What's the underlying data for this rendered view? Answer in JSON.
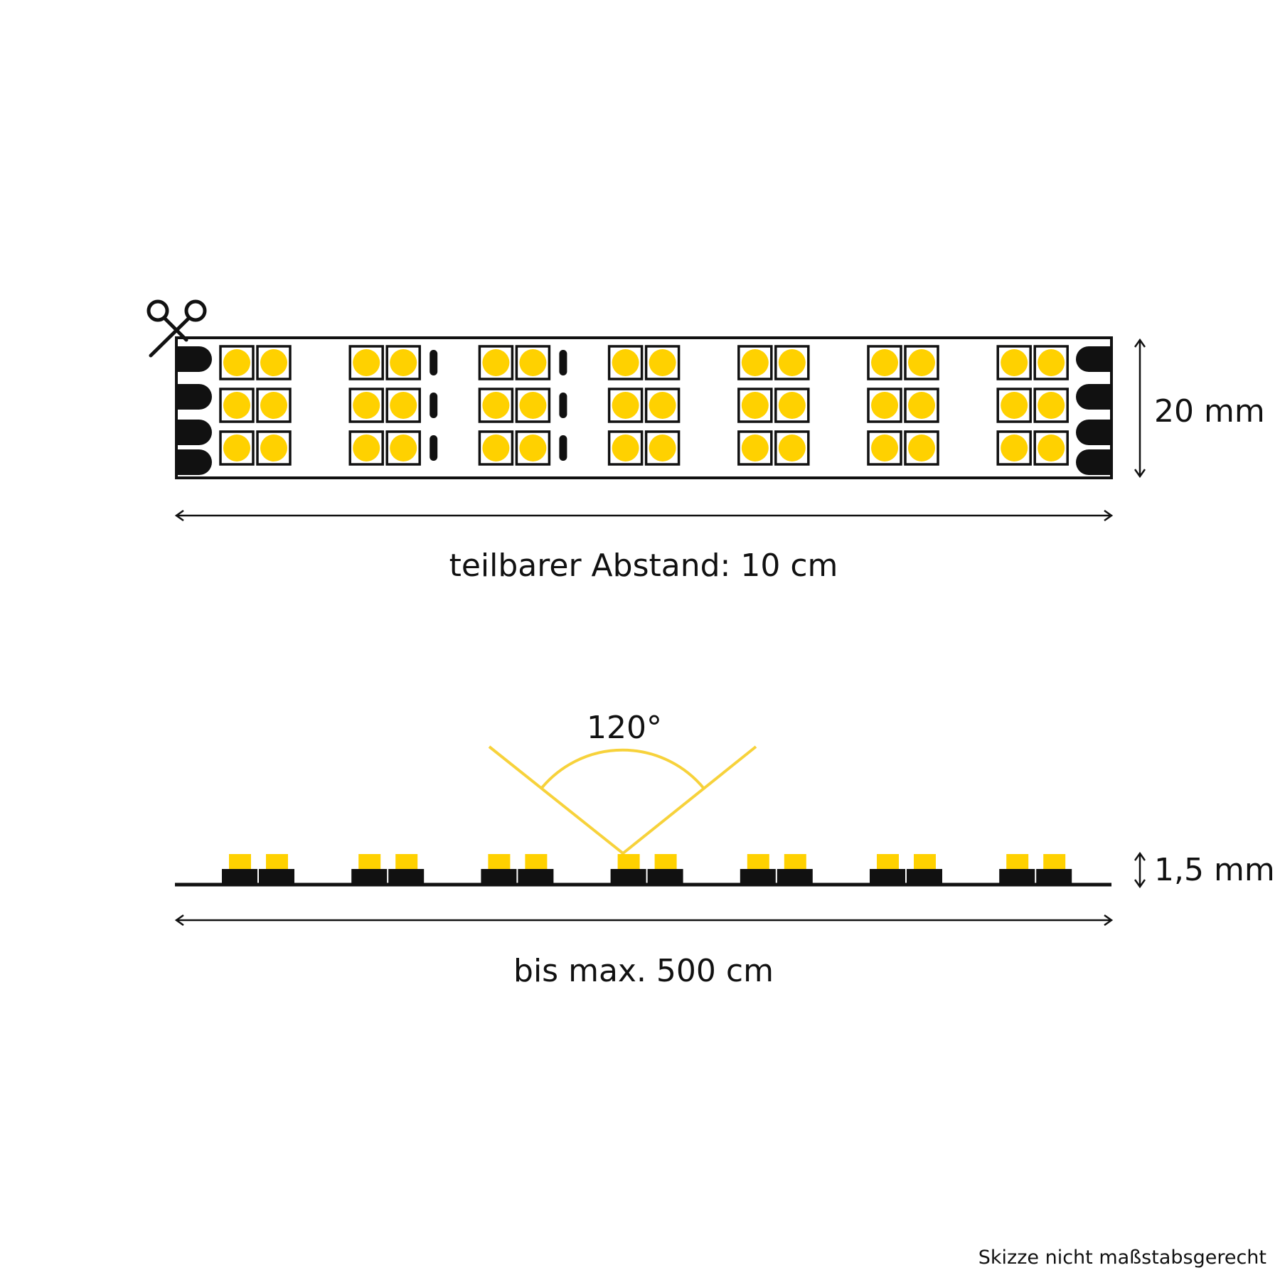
{
  "labels": {
    "width": "20 mm",
    "cut_distance": "teilbarer Abstand: 10 cm",
    "beam_angle": "120°",
    "height": "1,5 mm",
    "max_length": "bis max. 500 cm",
    "disclaimer": "Skizze nicht maßstabsgerecht"
  },
  "icons": {
    "cut": "scissors-icon"
  },
  "strip": {
    "led_groups": 7,
    "rows_per_group": 3,
    "leds_per_row": 2,
    "groups_with_cut_bars": [
      1,
      2
    ]
  },
  "colors": {
    "led_yellow": "#FFD100",
    "beam_yellow": "#F7D23B",
    "ink": "#111111",
    "background": "#ffffff"
  }
}
